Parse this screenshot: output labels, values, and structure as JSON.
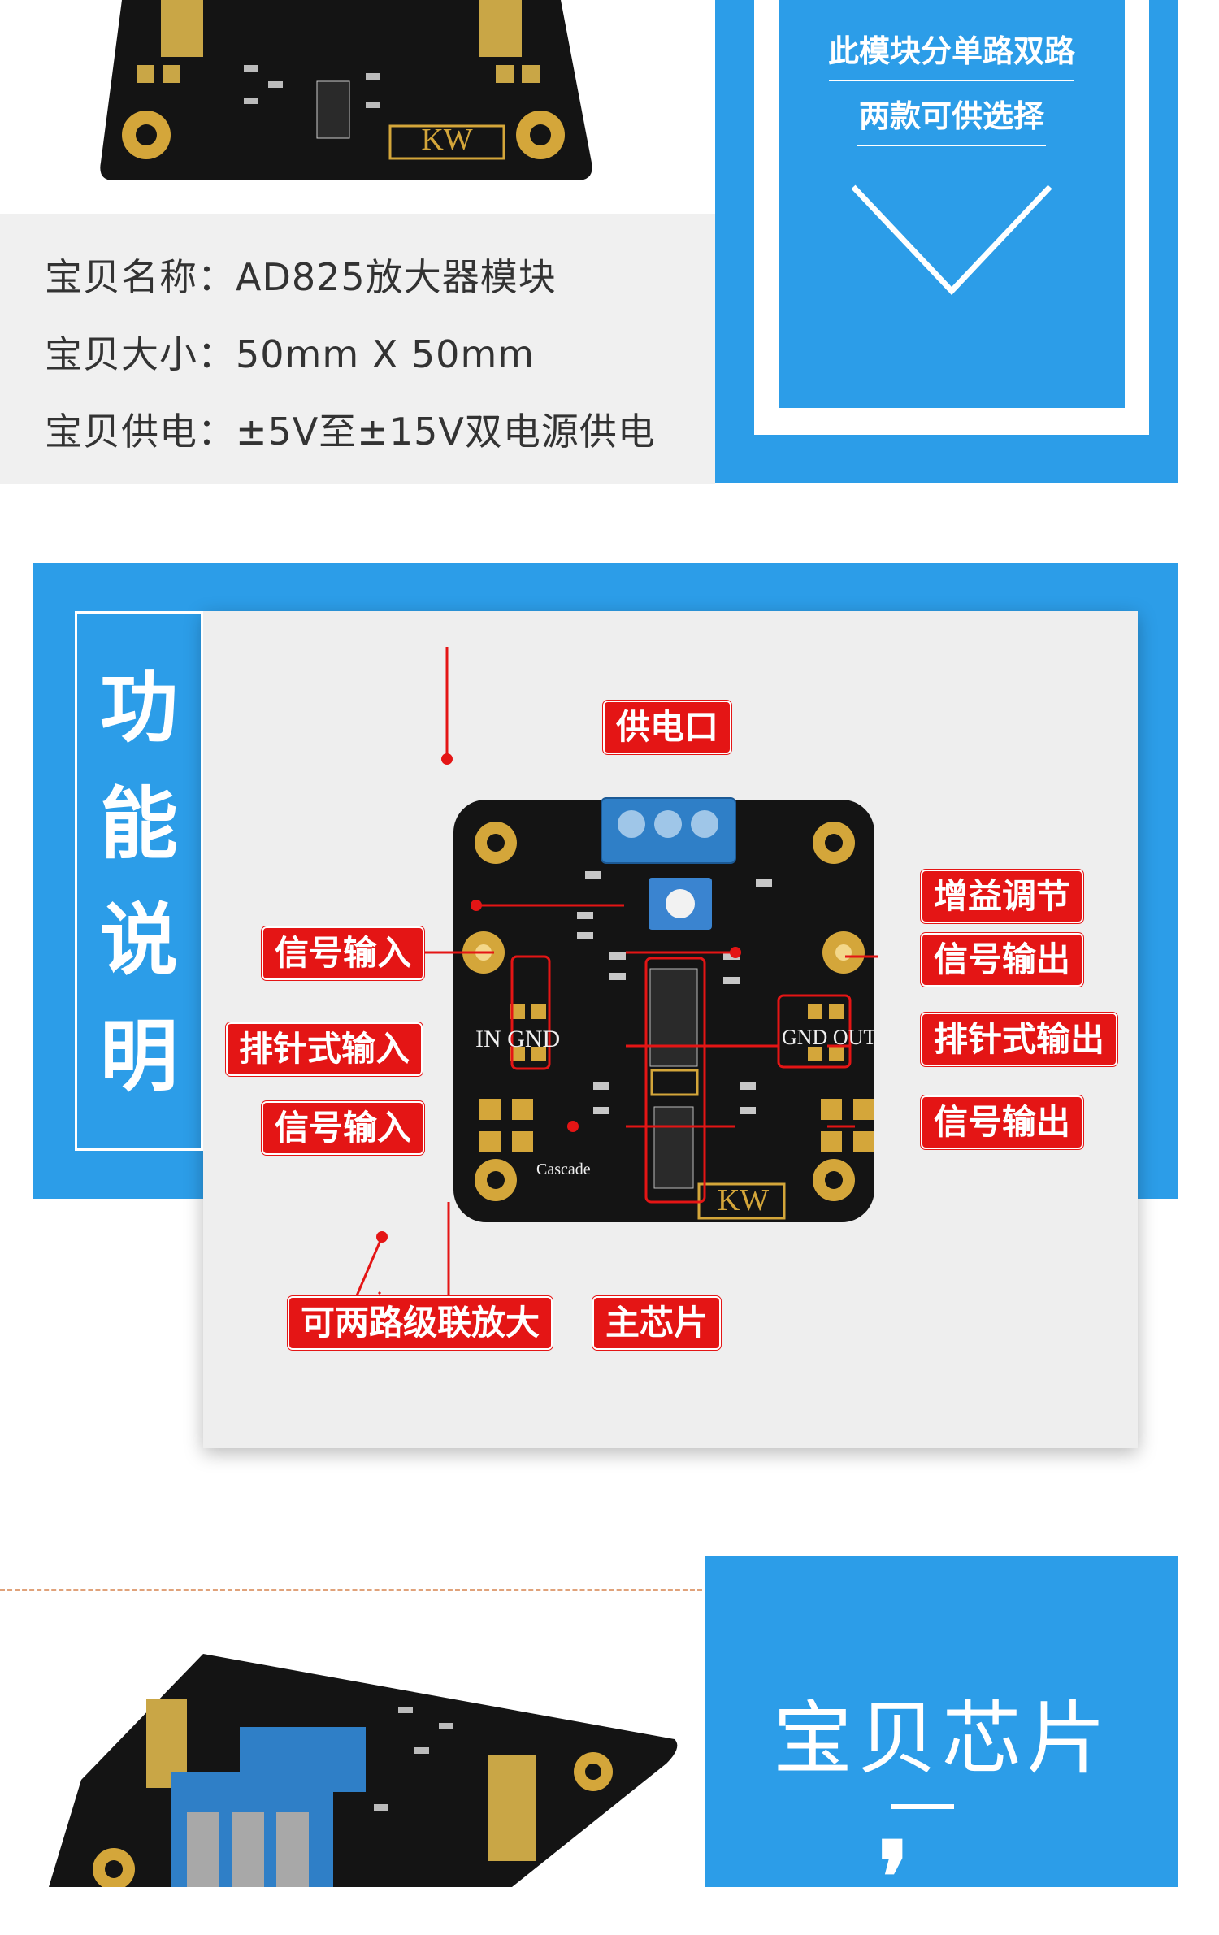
{
  "product_specs": {
    "name_line": "宝贝名称：AD825放大器模块",
    "size_line": "宝贝大小：50mm X 50mm",
    "power_line": "宝贝供电：±5V至±15V双电源供电"
  },
  "promo_panel": {
    "line1": "此模块分单路双路",
    "line2": "两款可供选择"
  },
  "function_section": {
    "title": "功能说明",
    "board_silkscreen": {
      "brand": "KW",
      "in_gnd": "IN GND",
      "gnd_out": "GND OUT",
      "cascade": "Cascade"
    },
    "callouts": {
      "power_port": "供电口",
      "gain_adjust": "增益调节",
      "signal_input_sma": "信号输入",
      "signal_output_sma": "信号输出",
      "pin_header_input": "排针式输入",
      "pin_header_output": "排针式输出",
      "signal_input_pad": "信号输入",
      "signal_output_pad": "信号输出",
      "cascade_two_way": "可两路级联放大",
      "main_chip": "主芯片"
    }
  },
  "chip_section": {
    "title": "宝贝芯片",
    "quote_mark": "❜"
  },
  "colors": {
    "brand_blue": "#2c9de8",
    "callout_red": "#e41515",
    "pcb_black": "#141414",
    "gold": "#d4a63a"
  }
}
